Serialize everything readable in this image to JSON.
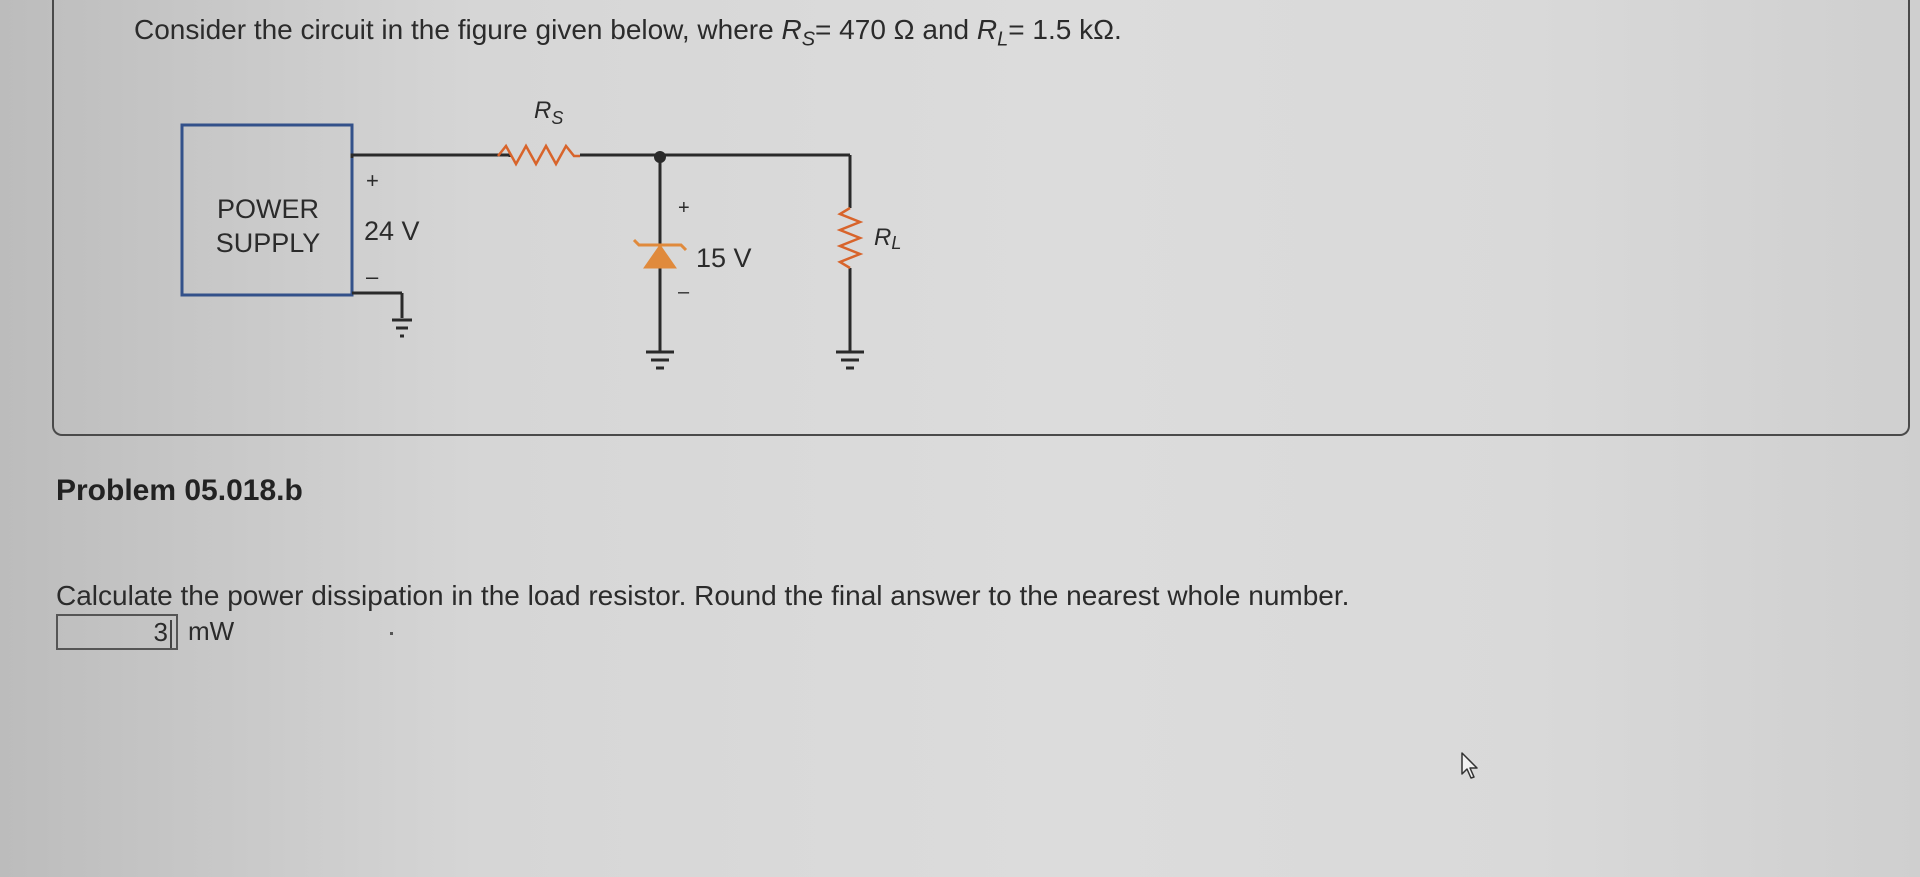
{
  "question": {
    "prefix": "Consider the circuit in the figure given below, where ",
    "rs_symbol": "R",
    "rs_sub": "S",
    "rs_value": "= 470 Ω and ",
    "rl_symbol": "R",
    "rl_sub": "L",
    "rl_value": "= 1.5 kΩ."
  },
  "circuit": {
    "power_supply_line1": "POWER",
    "power_supply_line2": "SUPPLY",
    "supply_plus": "+",
    "supply_voltage": "24 V",
    "supply_minus": "–",
    "rs_label": "R",
    "rs_label_sub": "S",
    "zener_plus": "+",
    "zener_voltage": "15 V",
    "zener_minus": "–",
    "rl_label": "R",
    "rl_label_sub": "L",
    "zener_color": "#e08a3c"
  },
  "problem": {
    "title": "Problem 05.018.b",
    "instruction": "Calculate the power dissipation in the load resistor. Round the final answer to the nearest whole number.",
    "answer_value": "3",
    "answer_unit": "mW"
  }
}
